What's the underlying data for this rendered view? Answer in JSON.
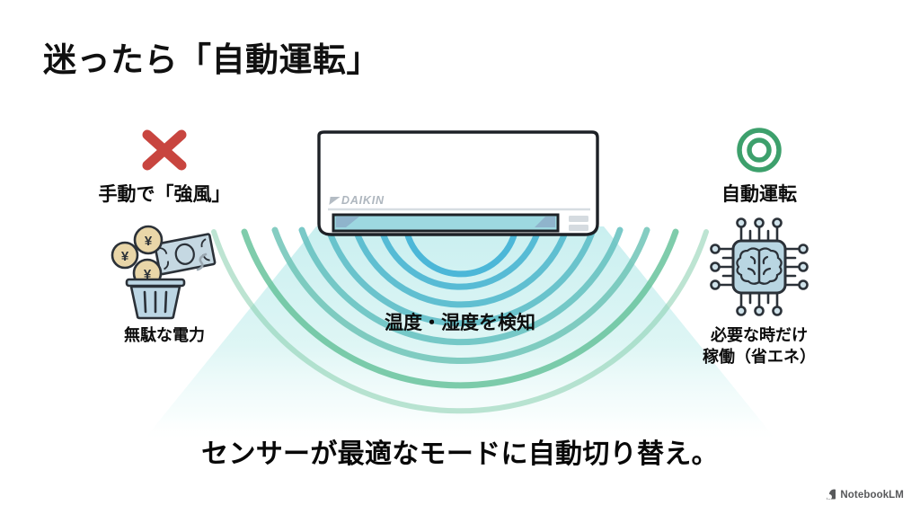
{
  "slide": {
    "title": "迷ったら「自動運転」",
    "bottom_caption": "センサーが最適なモードに自動切り替え。",
    "background_color": "#ffffff"
  },
  "left_column": {
    "mark_icon": "red-cross-mark-icon",
    "heading": "手動で「強風」",
    "icon": "money-in-trash-icon",
    "caption": "無駄な電力",
    "mark_color": "#c8453f"
  },
  "center": {
    "device_brand": "DAIKIN",
    "device_icon": "air-conditioner-icon",
    "sensor_label": "温度・湿度を検知",
    "cone_color": "#d5f2f2",
    "wave_inner_color": "#4fb6d4",
    "wave_outer_color": "#5cc08e"
  },
  "right_column": {
    "mark_icon": "green-double-circle-mark-icon",
    "heading": "自動運転",
    "icon": "ai-brain-chip-icon",
    "caption_line1": "必要な時だけ",
    "caption_line2": "稼働（省エネ）",
    "mark_color": "#3da06c"
  },
  "watermark": {
    "icon": "notebooklm-spiral-icon",
    "label": "NotebookLM",
    "color": "#58595b"
  }
}
